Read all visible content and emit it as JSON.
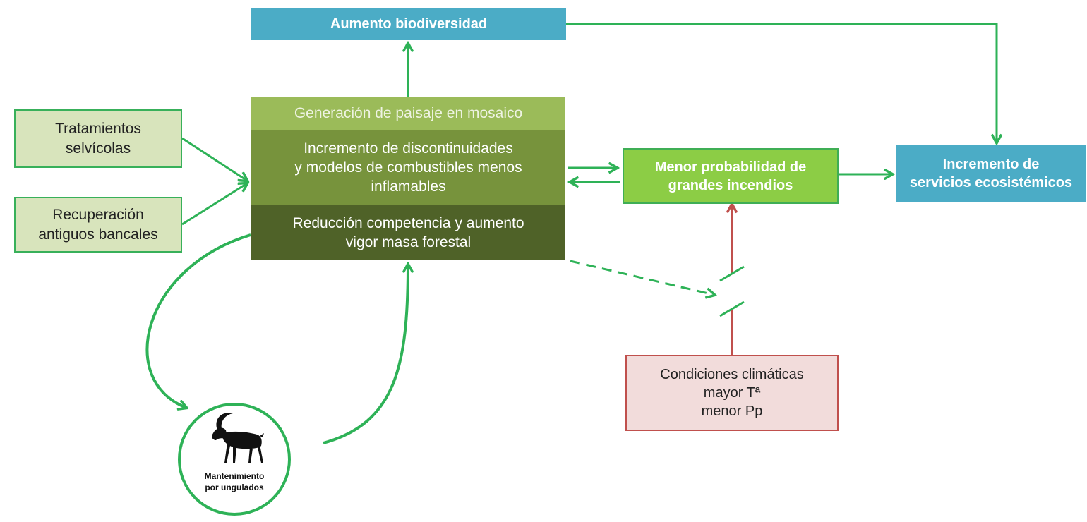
{
  "colors": {
    "light_green_fill": "#d8e4bc",
    "green_stroke": "#2eb257",
    "blue_fill": "#4bacc6",
    "bright_green_fill": "#8ccd45",
    "red_stroke": "#c0504d",
    "red_fill": "#f2dcdb",
    "layer_top": "#9bbb59",
    "layer_middle": "#77933c",
    "layer_bottom": "#4f6228"
  },
  "nodes": {
    "tratamientos": [
      "Tratamientos",
      "selvícolas"
    ],
    "recuperacion": [
      "Recuperación",
      "antiguos bancales"
    ],
    "biodiversidad": "Aumento biodiversidad",
    "stack": {
      "top": "Generación de paisaje en mosaico",
      "middle": [
        "Incremento de discontinuidades",
        "y modelos de combustibles menos",
        "inflamables"
      ],
      "bottom": [
        "Reducción competencia y aumento",
        "vigor masa forestal"
      ]
    },
    "menor_probabilidad": [
      "Menor probabilidad de",
      "grandes incendios"
    ],
    "servicios": [
      "Incremento de",
      "servicios ecosistémicos"
    ],
    "condiciones": [
      "Condiciones climáticas",
      "mayor Tª",
      "menor Pp"
    ],
    "ungulados": {
      "icon": "goat-icon",
      "label": [
        "Mantenimiento",
        "por ungulados"
      ]
    }
  }
}
